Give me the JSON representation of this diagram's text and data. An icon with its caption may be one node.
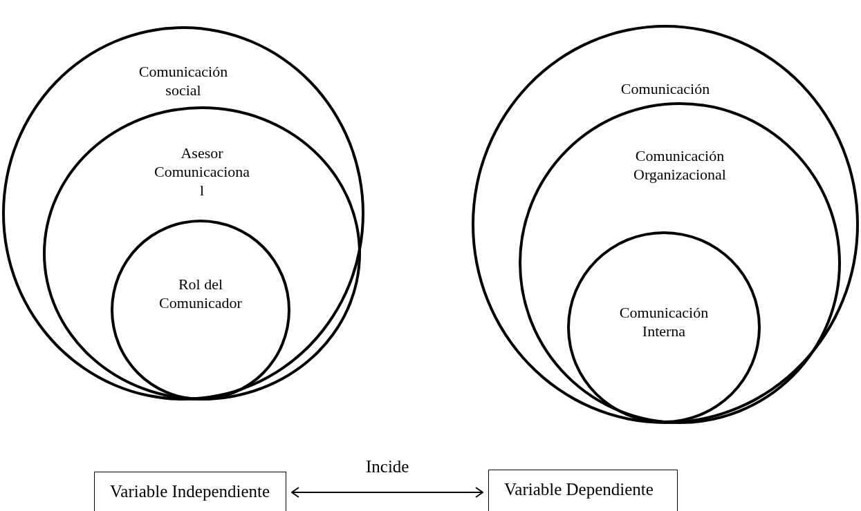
{
  "diagram": {
    "nodes": [
      {
        "text": [
          "Comunicación social"
        ]
      },
      {
        "text": [
          "Asesor Comunicaciona l"
        ],
        "in": 0
      },
      {
        "text": [
          "Rol del Comunicador"
        ],
        "in": 1
      },
      {
        "text": [
          "Comunicación"
        ]
      },
      {
        "text": [
          "Comunicación Organizacional"
        ],
        "in": 3
      },
      {
        "text": [
          "Comunicación Interna"
        ],
        "in": 4
      },
      {
        "text": [
          "Variable Independiente"
        ]
      },
      {
        "text": [
          "Variable Dependiente"
        ]
      }
    ],
    "edges": [
      {
        "from": 6,
        "to": 7,
        "arrow": "both",
        "label": "Incide"
      }
    ]
  }
}
